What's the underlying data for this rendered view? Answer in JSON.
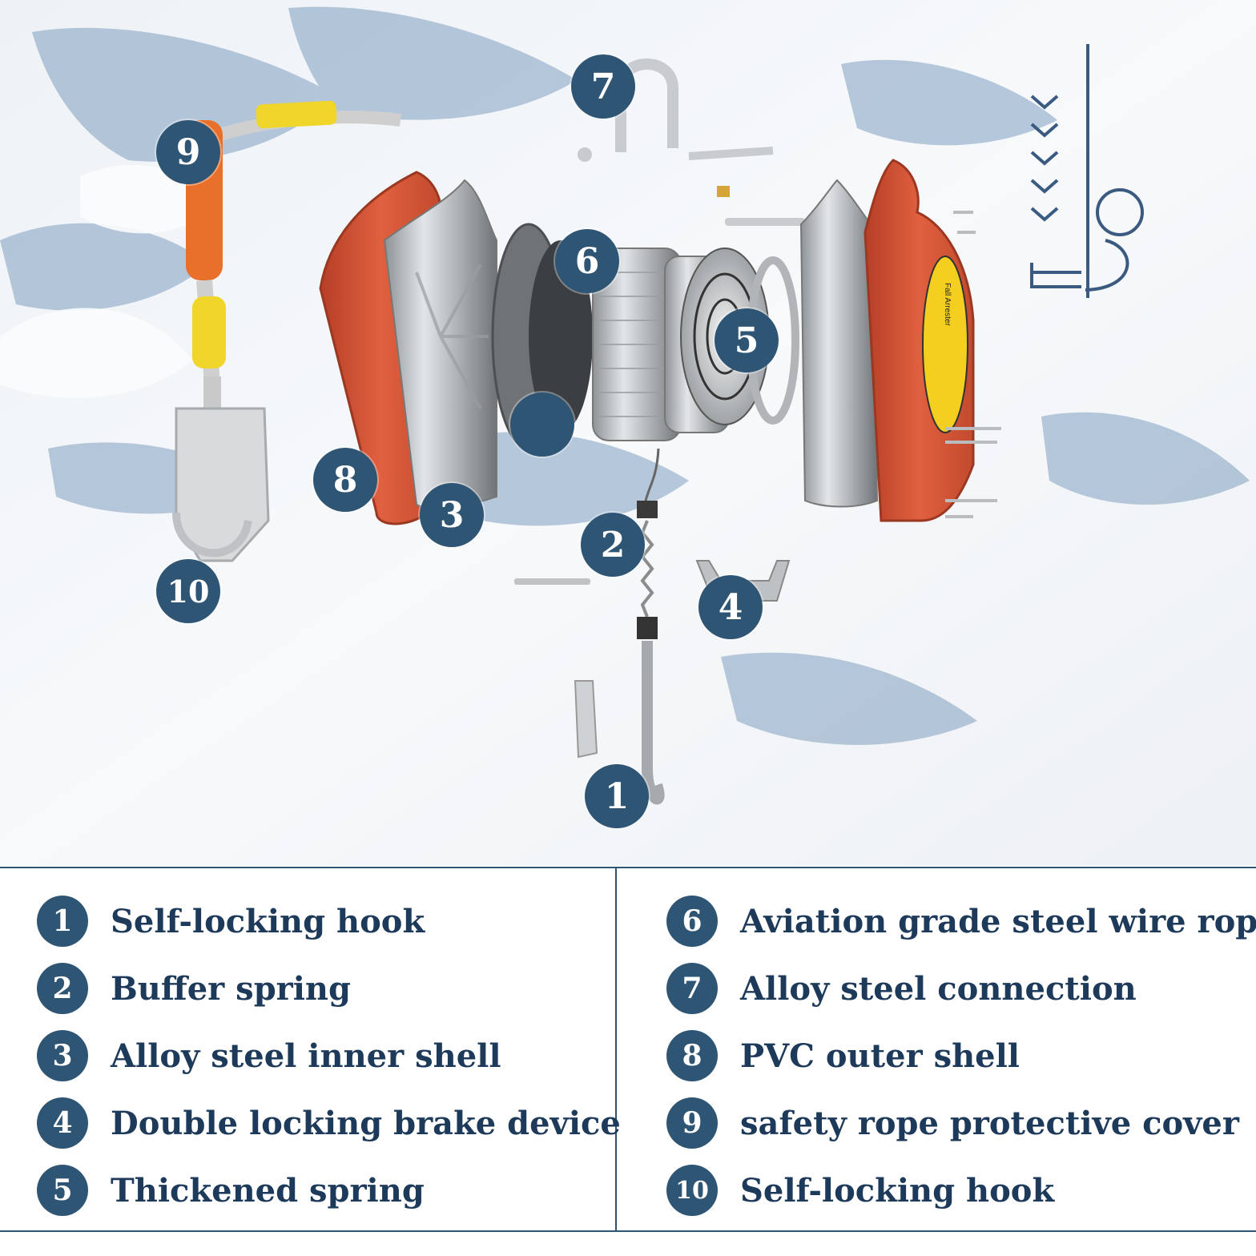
{
  "theme": {
    "badge_color": "#2f5575",
    "text_color": "#1e3a5a",
    "shell_orange": "#d9553a",
    "label_yellow": "#f5cf1f"
  },
  "product": {
    "label_title": "Fall Arrester"
  },
  "callouts": [
    "1",
    "2",
    "3",
    "4",
    "5",
    "6",
    "7",
    "8",
    "9",
    "10"
  ],
  "legend": {
    "left": [
      {
        "num": "1",
        "text": "Self-locking hook"
      },
      {
        "num": "2",
        "text": "Buffer spring"
      },
      {
        "num": "3",
        "text": "Alloy steel inner shell"
      },
      {
        "num": "4",
        "text": "Double locking brake device"
      },
      {
        "num": "5",
        "text": "Thickened spring"
      }
    ],
    "right": [
      {
        "num": "6",
        "text": "Aviation grade steel wire rope"
      },
      {
        "num": "7",
        "text": "Alloy steel connection"
      },
      {
        "num": "8",
        "text": "PVC outer shell"
      },
      {
        "num": "9",
        "text": "safety rope protective cover"
      },
      {
        "num": "10",
        "text": "Self-locking hook"
      }
    ]
  }
}
